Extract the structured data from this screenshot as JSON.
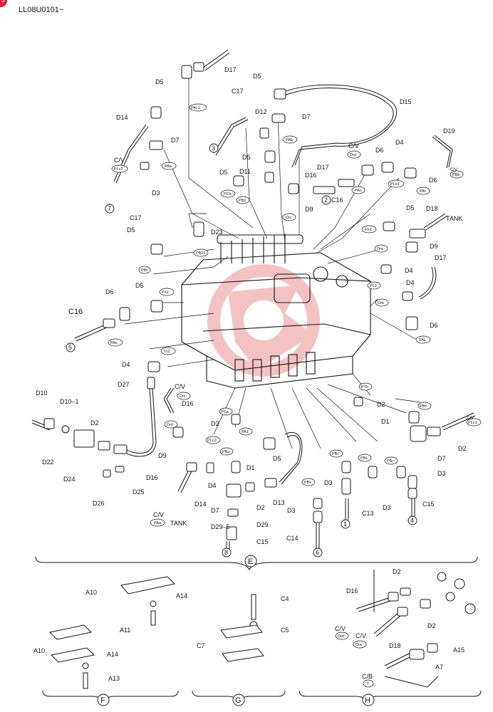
{
  "page_code": "LL08U0101~",
  "corner_badge": "3",
  "labels": {
    "d17_top": "D17",
    "d5_a": "D5",
    "d14": "D14",
    "d7_a": "D7",
    "cv_a": "C/V",
    "plc2_tag": "PLc2",
    "paa_tag": "PAa",
    "d3_a": "D3",
    "c17_a": "C17",
    "n7": "7",
    "pac1_tag": "PAc1",
    "c17_b": "C17",
    "n3": "3",
    "d12": "D12",
    "d5_b": "D5",
    "d7_b": "D7",
    "pab_tag": "PAb",
    "d5_c": "D5",
    "d15": "D15",
    "cv_b": "C/V",
    "drd_tag_b": "Drd",
    "d17_b": "D17",
    "d6_a": "D6",
    "d4_a": "D4",
    "d19": "D19",
    "cv_c": "C/V",
    "pbb_tag": "PBb",
    "d5_d": "D5",
    "d11": "D11",
    "d16_a": "D16",
    "pcb_tag": "PCb",
    "pb2_tag": "PB2",
    "n2": "2",
    "c16_a": "C16",
    "pac_tag": "PAc",
    "ple1_tag": "PLe1",
    "d6_b": "D6",
    "par_tag": "PAr",
    "d9_a": "D9",
    "drc_tag": "Drc",
    "d5_e": "D5",
    "d18_a": "D18",
    "tank_a": "TANK",
    "d23": "D23",
    "pb01_tag": "PB01",
    "d5_f": "D5",
    "pn1_tag": "Pn1",
    "d9_b": "D9",
    "dra_tag": "Dra",
    "d17_c": "D17",
    "pbi_tag": "PBt",
    "d5_g": "D5",
    "d4_b": "D4",
    "pl1_tag": "PL1",
    "d4_c": "D4",
    "drb_tag": "Drb",
    "pn2_tag": "Pn2",
    "d6_c": "D6",
    "c16_b": "C16",
    "pas_tag": "PAs",
    "n5": "5",
    "d6_d": "D6",
    "pal_tag": "PAL",
    "tn2_tag": "Tn2",
    "d4_d": "D4",
    "d27": "D27",
    "cv_d": "C/V",
    "drc_tag_d": "Drc",
    "d16_b": "D16",
    "pth_tag": "PTb",
    "d2_a": "D2",
    "pbh_tag": "PBh",
    "d10": "D10",
    "d10_1": "D10–1",
    "d22": "D22",
    "d24": "D24",
    "d2_b": "D2",
    "drd_tag_e": "Drd",
    "d9_c": "D9",
    "pca_tag": "PCa",
    "d2_c": "D2",
    "pa1_tag": "PA1",
    "d5_h": "D5",
    "d1_a": "D1",
    "cv_e": "C/V",
    "plc1_tag": "PLc1",
    "d7_c": "D7",
    "d2_d": "D2",
    "plc2_tag_b": "PLc2",
    "pba_tag": "PBa",
    "d1_b": "D1",
    "pbc_tag": "PBc",
    "pbl_tag": "PBL",
    "pbr_tag": "PBr",
    "d3_b": "D3",
    "d16_c": "D16",
    "d4_e": "D4",
    "d14_b": "D14",
    "cv_f": "C/V",
    "paa_tag_b": "PAa",
    "tank_b": "TANK",
    "d26": "D26",
    "d25": "D25",
    "d7_d": "D7",
    "d2_e": "D2",
    "d13": "D13",
    "pbk_tag": "PBk",
    "d3_c": "D3",
    "c13": "C13",
    "d3_d": "D3",
    "c15_a": "C15",
    "d29_5": "D29–5",
    "d29": "D29",
    "c15_b": "C15",
    "d3_e": "D3",
    "c14": "C14",
    "n1": "1",
    "n4": "4",
    "n8": "8",
    "n6": "6",
    "sec_e": "E",
    "a10_a": "A10",
    "a14_a": "A14",
    "a11": "A11",
    "a10_b": "A10",
    "a14_b": "A14",
    "a13": "A13",
    "sec_f": "F",
    "c4": "C4",
    "c5": "C5",
    "c7": "C7",
    "sec_g": "G",
    "d2_f": "D2",
    "d16_d": "D16",
    "cv_g": "C/V",
    "drd_tag_h": "Drd",
    "d2_g": "D2",
    "cv_h": "C/V",
    "dra_tag_h": "Dra",
    "d18_b": "D18",
    "a15": "A15",
    "a7": "A7",
    "cb": "C/B",
    "t_tag": "T",
    "sec_h": "H"
  },
  "colors": {
    "line": "#111111",
    "watermark": "#f2b9b9",
    "badge": "#d9233a"
  }
}
